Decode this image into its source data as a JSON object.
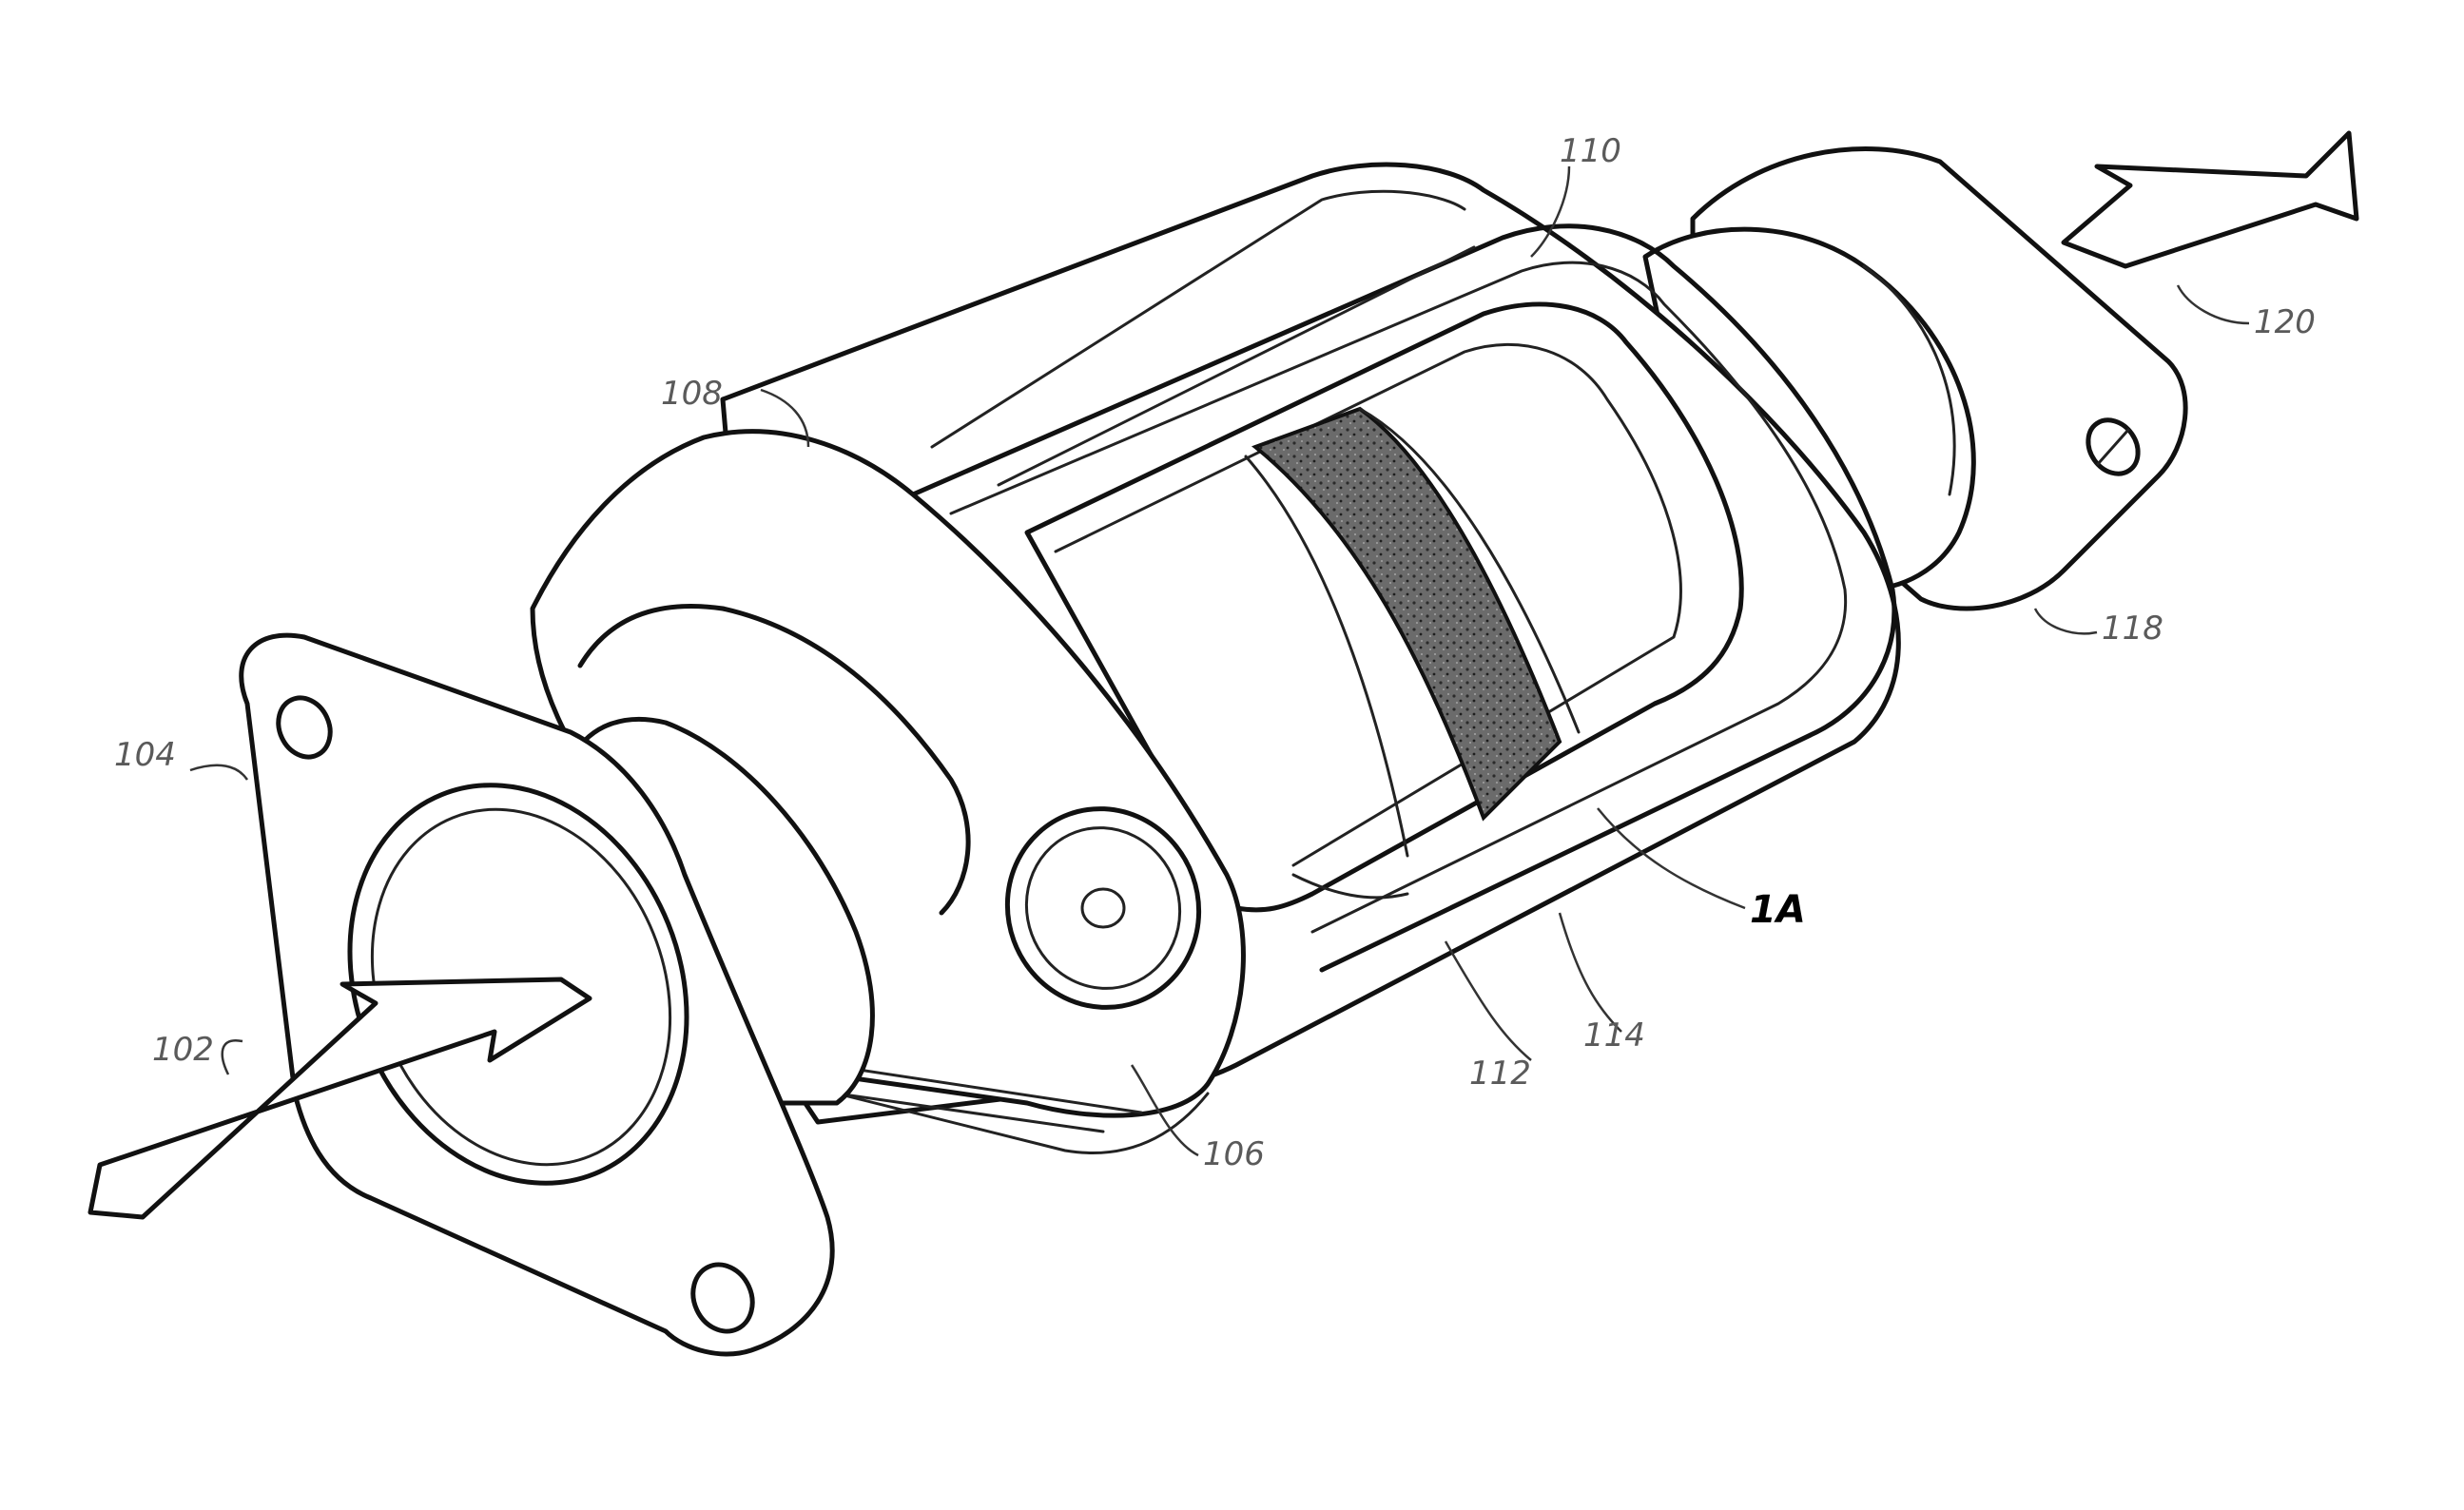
{
  "figure": {
    "ref_labels": {
      "inlet_flow": "102",
      "inlet_flange": "104",
      "sensor_port": "106",
      "inlet_cone": "108",
      "shell": "110",
      "mat": "112",
      "substrate": "114",
      "outlet_flange": "118",
      "outlet_flow": "120",
      "section": "1A"
    },
    "colors": {
      "line": "#111111",
      "label": "#5a5a5a",
      "substrate_fill": "#4a4a4a"
    }
  }
}
